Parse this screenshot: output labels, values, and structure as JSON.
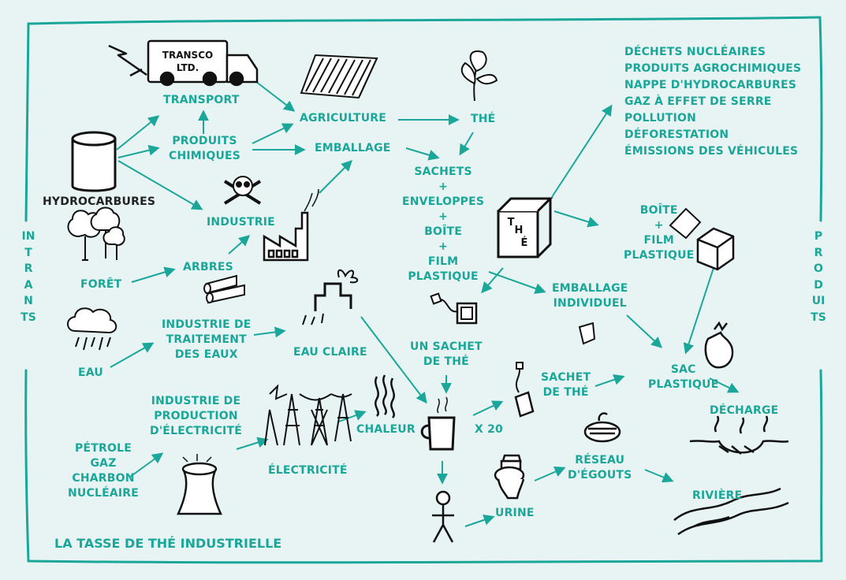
{
  "colors": {
    "accent": "#1aa79a",
    "text_dark": "#222222",
    "background": "#e8f4f4",
    "ink": "#111111"
  },
  "title": "LA TASSE DE THÉ INDUSTRIELLE",
  "side_labels": {
    "left": "INTRANTS",
    "right": "PRODUITS"
  },
  "icons": [
    "truck-icon",
    "lightning-icon",
    "field-icon",
    "tea-leaf-icon",
    "oil-barrel-icon",
    "skull-icon",
    "factory-icon",
    "trees-icon",
    "logs-icon",
    "rain-cloud-icon",
    "tap-icon",
    "power-pylons-icon",
    "heat-waves-icon",
    "cooling-tower-icon",
    "tea-box-icon",
    "tea-bag-icon",
    "plastic-film-icon",
    "carton-icon",
    "garbage-bag-icon",
    "cup-icon",
    "person-icon",
    "toilet-icon",
    "manhole-icon",
    "landfill-icon",
    "river-icon"
  ],
  "truck_text": [
    "TRANSCO",
    "LTD."
  ],
  "tea_box_text": [
    "T",
    "H",
    "É"
  ],
  "outputs_list": [
    "DÉCHETS NUCLÉAIRES",
    "PRODUITS AGROCHIMIQUES",
    "NAPPE D'HYDROCARBURES",
    "GAZ À EFFET DE SERRE",
    "POLLUTION",
    "DÉFORESTATION",
    "ÉMISSIONS DES VÉHICULES"
  ],
  "nodes": {
    "transport": "TRANSPORT",
    "agriculture": "AGRICULTURE",
    "the": "THÉ",
    "produits_chimiques": "PRODUITS\nCHIMIQUES",
    "emballage": "EMBALLAGE",
    "hydrocarbures": "HYDROCARBURES",
    "industrie": "INDUSTRIE",
    "arbres": "ARBRES",
    "foret": "FORÊT",
    "eau": "EAU",
    "industrie_traitement": "INDUSTRIE DE\nTRAITEMENT\nDES EAUX",
    "eau_claire": "EAU CLAIRE",
    "sachets": "SACHETS\n+\nENVELOPPES\n+\nBOÎTE\n+\nFILM\nPLASTIQUE",
    "boite_film": "BOÎTE\n+\nFILM\nPLASTIQUE",
    "emballage_individuel": "EMBALLAGE\nINDIVIDUEL",
    "un_sachet": "UN SACHET\nDE THÉ",
    "sachet_de_the": "SACHET\nDE THÉ",
    "sac_plastique": "SAC\nPLASTIQUE",
    "decharge": "DÉCHARGE",
    "industrie_production": "INDUSTRIE DE\nPRODUCTION\nD'ÉLECTRICITÉ",
    "chaleur": "CHALEUR",
    "x20": "X 20",
    "petrole": "PÉTROLE\nGAZ\nCHARBON\nNUCLÉAIRE",
    "electricite": "ÉLECTRICITÉ",
    "reseau": "RÉSEAU\nD'ÉGOUTS",
    "riviere": "RIVIÈRE",
    "urine": "URINE"
  }
}
